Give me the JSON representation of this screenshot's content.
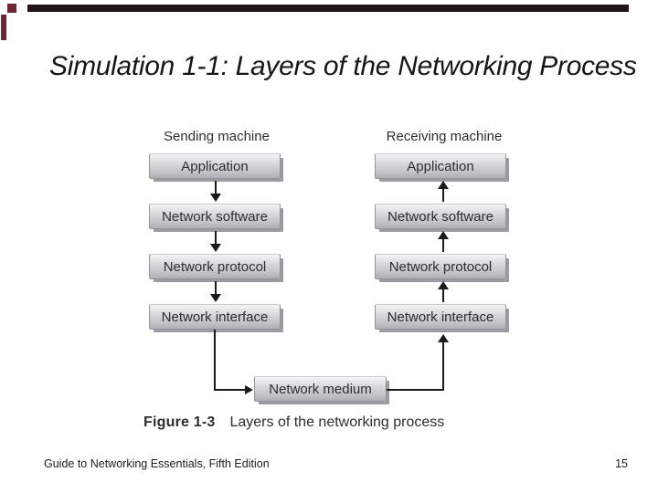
{
  "slide": {
    "title": "Simulation 1-1: Layers of the Networking Process",
    "footer_left": "Guide to Networking Essentials, Fifth Edition",
    "page_number": "15"
  },
  "diagram": {
    "sending": {
      "label": "Sending machine",
      "flow_direction": "down",
      "layers": [
        "Application",
        "Network software",
        "Network protocol",
        "Network interface"
      ]
    },
    "receiving": {
      "label": "Receiving machine",
      "flow_direction": "up",
      "layers": [
        "Application",
        "Network software",
        "Network protocol",
        "Network interface"
      ]
    },
    "medium_label": "Network medium",
    "figure_label": "Figure 1-3",
    "figure_caption": "Layers of the networking process"
  },
  "colors": {
    "accent_red": "#6d2633",
    "top_bar": "#241318",
    "box_fill_top": "#f4f4f6",
    "box_fill_bottom": "#aeaeb5",
    "box_shadow": "#9b9ba1",
    "box_text": "#2d2d32",
    "arrow": "#1a1a1a",
    "background": "#ffffff"
  }
}
